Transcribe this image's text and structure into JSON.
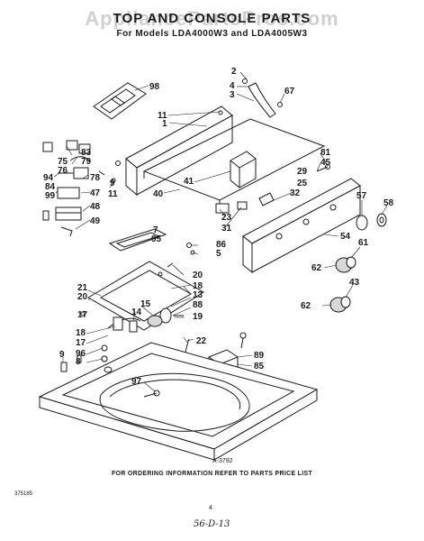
{
  "header": {
    "watermark": "AppliancePartsPros.com",
    "title": "TOP AND CONSOLE PARTS",
    "subtitle": "For Models LDA4000W3 and LDA4005W3"
  },
  "callouts": [
    "98",
    "2",
    "4",
    "3",
    "67",
    "11",
    "1",
    "81",
    "45",
    "29",
    "25",
    "83",
    "75",
    "79",
    "76",
    "78",
    "94",
    "84",
    "99",
    "47",
    "48",
    "49",
    "9",
    "11",
    "40",
    "41",
    "23",
    "31",
    "32",
    "57",
    "58",
    "7",
    "95",
    "86",
    "5",
    "54",
    "61",
    "62",
    "21",
    "20",
    "20",
    "18",
    "17",
    "13",
    "43",
    "15",
    "88",
    "19",
    "62",
    "14",
    "18",
    "17",
    "96",
    "8",
    "9",
    "22",
    "89",
    "85",
    "97"
  ],
  "footer": {
    "drawing_code": "A-3792",
    "order_note": "FOR ORDERING INFORMATION REFER TO PARTS PRICE LIST",
    "part_number": "375185",
    "page_number": "4",
    "handwritten": "56-D-13"
  }
}
